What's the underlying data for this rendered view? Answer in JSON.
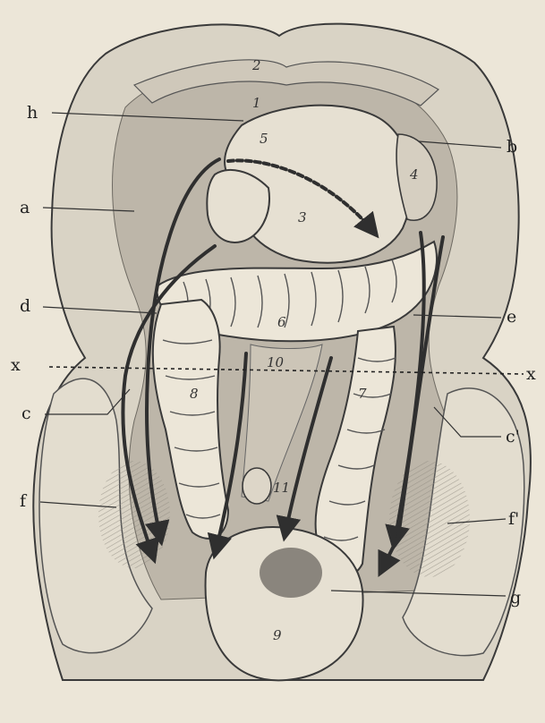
{
  "figure": {
    "letter_labels": {
      "h": "h",
      "a": "a",
      "d": "d",
      "x_left": "x",
      "c": "c",
      "f": "f",
      "b": "b",
      "e": "e",
      "x_right": "x",
      "c_prime": "c'",
      "f_prime": "f'",
      "g": "g"
    },
    "region_numbers": {
      "n1": "1",
      "n2": "2",
      "n3": "3",
      "n4": "4",
      "n5": "5",
      "n6": "6",
      "n7": "7",
      "n8": "8",
      "n9": "9",
      "n10": "10",
      "n11": "11"
    }
  },
  "colors": {
    "paper": "#ece6d8",
    "shade": "#b9b3a6",
    "ink": "#2b2b2b",
    "arrow": "#3a3a3a"
  }
}
